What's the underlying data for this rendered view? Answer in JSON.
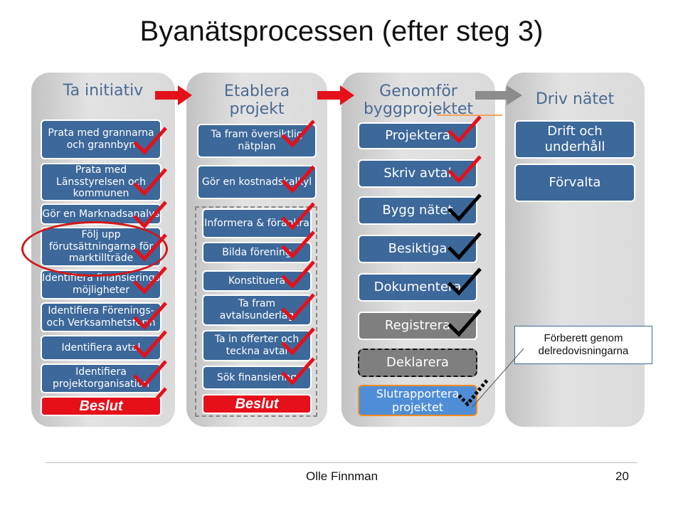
{
  "title": "Byanätsprocessen (efter steg 3)",
  "colors": {
    "box_blue": "#3c689a",
    "heading_blue": "#4a6a92",
    "decision_red": "#e5101a",
    "check_red": "#e5101a",
    "check_black": "#000000",
    "arrow_red": "#e5101a",
    "arrow_grey": "#8c8c8c",
    "box_grey": "#7f7f7f",
    "box_highlight_blue": "#4f8ed6",
    "highlight_ellipse": "#d01818"
  },
  "phases": [
    {
      "heading": "Ta initiativ",
      "items": [
        "Prata med grannarna och grannbyn",
        "Prata med Länsstyrelsen och kommunen",
        "Gör en Marknadsanalys",
        "Följ upp förutsättningarna för marktillträde",
        "Identifiera finansierings möjligheter",
        "Identifiera Förenings- och Verksamhetsform",
        "Identifiera avtal",
        "Identifiera projektorganisation"
      ],
      "decision": "Beslut"
    },
    {
      "heading": "Etablera projekt",
      "items": [
        "Ta fram översiktlig nätplan",
        "Gör en kostnadskalkyl",
        "Informera & förankra",
        "Bilda förening",
        "Konstituera",
        "Ta fram avtalsunderlag",
        "Ta in offerter och teckna avtal",
        "Sök finansiering"
      ],
      "decision": "Beslut"
    },
    {
      "heading": "Genomför byggprojektet",
      "items": [
        "Projektera",
        "Skriv avtal",
        "Bygg nätet",
        "Besiktiga",
        "Dokumentera",
        "Registrera",
        "Deklarera",
        "Slutrapportera projektet"
      ]
    },
    {
      "heading": "Driv nätet",
      "items": [
        "Drift och underhåll",
        "Förvalta"
      ],
      "note": "Förberett genom delredovisningarna"
    }
  ],
  "footer": {
    "author": "Olle Finnman",
    "page": "20"
  }
}
